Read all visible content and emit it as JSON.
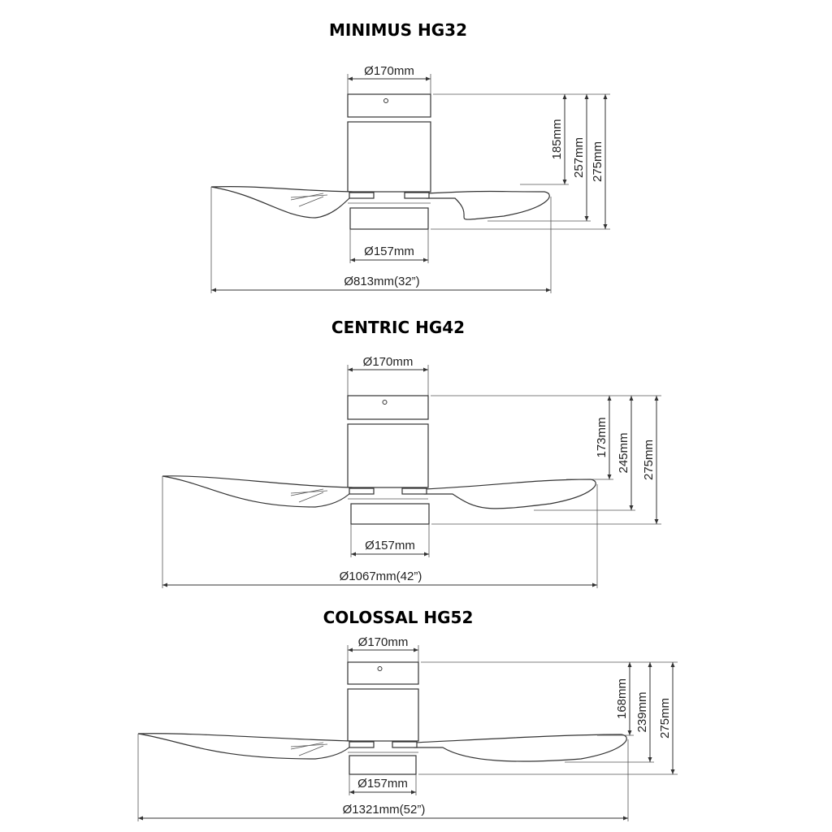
{
  "diagrams": [
    {
      "title": "MINIMUS HG32",
      "canopy_dia": "Ø170mm",
      "h1": "185mm",
      "h2": "257mm",
      "h3": "275mm",
      "hub_dia": "Ø157mm",
      "span": "Ø813mm(32”)"
    },
    {
      "title": "CENTRIC HG42",
      "canopy_dia": "Ø170mm",
      "h1": "173mm",
      "h2": "245mm",
      "h3": "275mm",
      "hub_dia": "Ø157mm",
      "span": "Ø1067mm(42”)"
    },
    {
      "title": "COLOSSAL HG52",
      "canopy_dia": "Ø170mm",
      "h1": "168mm",
      "h2": "239mm",
      "h3": "275mm",
      "hub_dia": "Ø157mm",
      "span": "Ø1321mm(52”)"
    }
  ]
}
